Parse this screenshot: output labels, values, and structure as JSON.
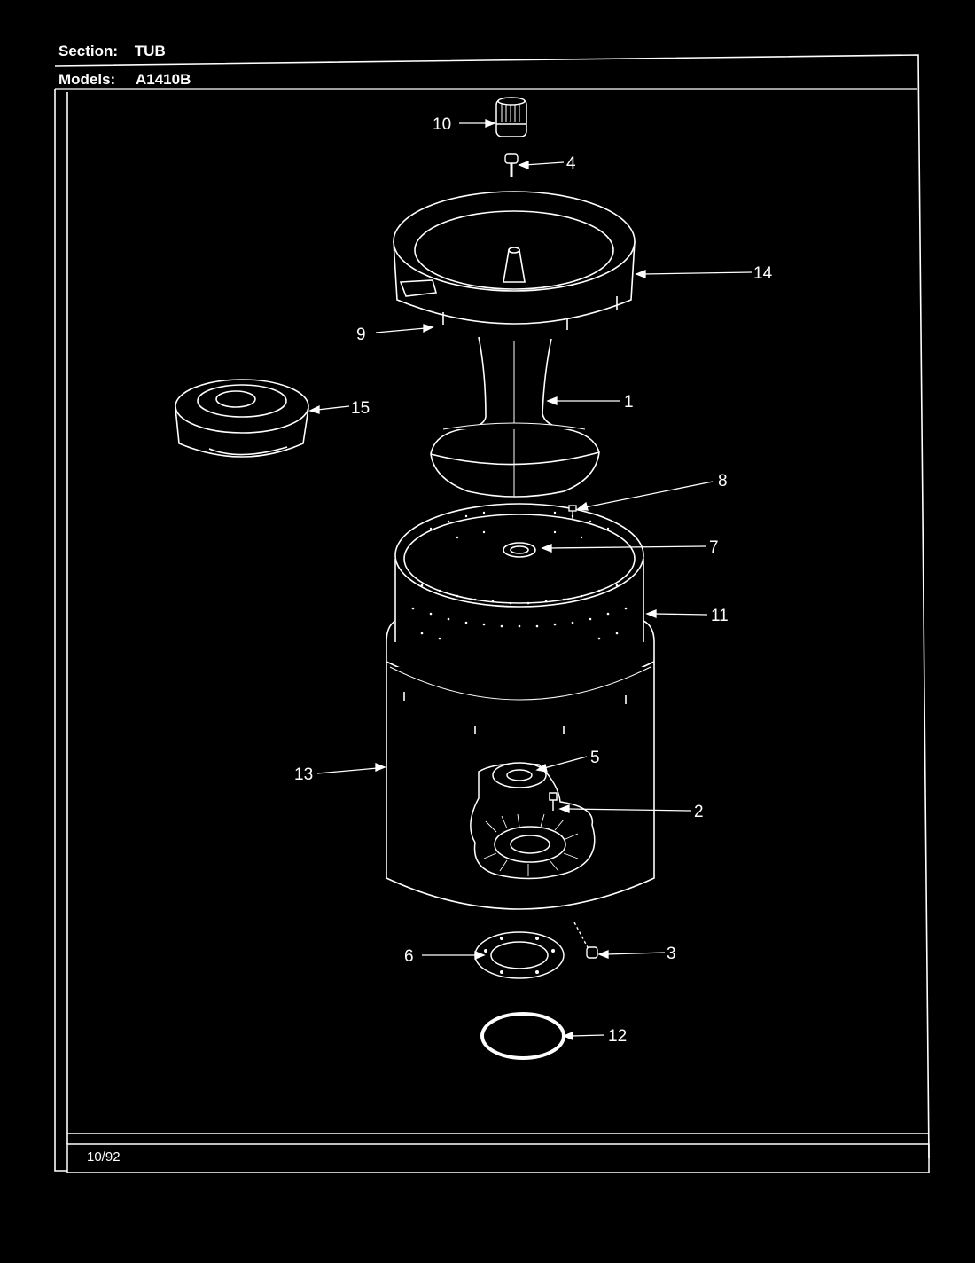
{
  "header": {
    "section_label": "Section:",
    "section_value": "TUB",
    "models_label": "Models:",
    "models_value": "A1410B"
  },
  "footer": {
    "date_code": "10/92"
  },
  "callouts": {
    "c1": "1",
    "c2": "2",
    "c3": "3",
    "c4": "4",
    "c5": "5",
    "c6": "6",
    "c7": "7",
    "c8": "8",
    "c9": "9",
    "c10": "10",
    "c11": "11",
    "c12": "12",
    "c13": "13",
    "c14": "14",
    "c15": "15"
  },
  "colors": {
    "background": "#000000",
    "line": "#ffffff"
  }
}
